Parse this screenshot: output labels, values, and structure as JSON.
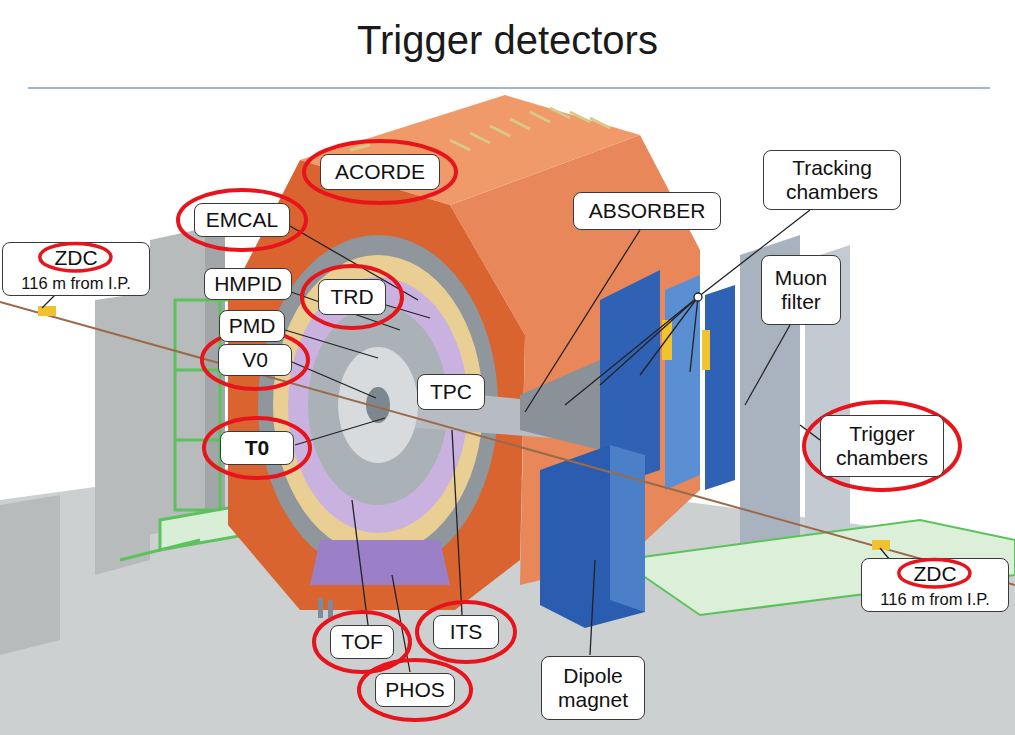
{
  "diagram": {
    "title": "Trigger detectors",
    "nodes": [
      {
        "text": [
          "ACORDE"
        ]
      },
      {
        "text": [
          "Tracking chambers"
        ]
      },
      {
        "text": [
          "EMCAL"
        ]
      },
      {
        "text": [
          "ABSORBER"
        ]
      },
      {
        "text": [
          "ZDC",
          "116 m from I.P."
        ]
      },
      {
        "text": [
          "HMPID"
        ]
      },
      {
        "text": [
          "TRD"
        ]
      },
      {
        "text": [
          "Muon filter"
        ]
      },
      {
        "text": [
          "PMD"
        ]
      },
      {
        "text": [
          "V0"
        ]
      },
      {
        "text": [
          "TPC"
        ]
      },
      {
        "text": [
          "T0"
        ]
      },
      {
        "text": [
          "Trigger chambers"
        ]
      },
      {
        "text": [
          "ZDC",
          "116 m from I.P."
        ]
      },
      {
        "text": [
          "TOF"
        ]
      },
      {
        "text": [
          "ITS"
        ]
      },
      {
        "text": [
          "Dipole magnet"
        ]
      },
      {
        "text": [
          "PHOS"
        ]
      }
    ]
  }
}
